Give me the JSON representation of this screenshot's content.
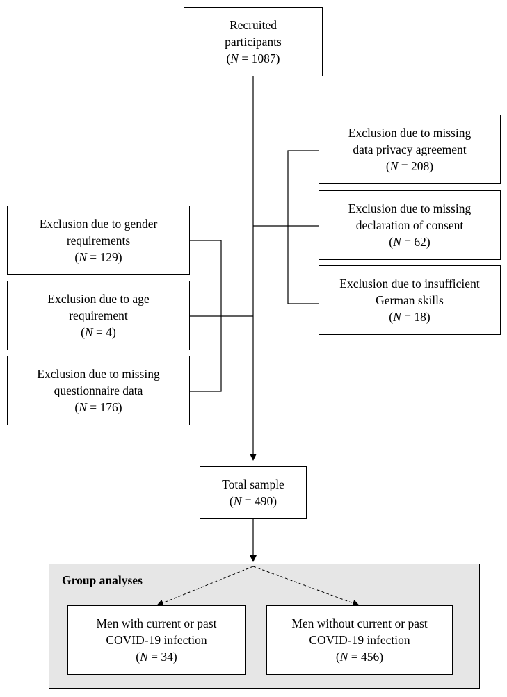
{
  "diagram": {
    "recruited": {
      "lines": [
        "Recruited",
        "participants"
      ],
      "n_label": "N",
      "n_value": "1087"
    },
    "excl_privacy": {
      "lines": [
        "Exclusion due to missing",
        "data privacy agreement"
      ],
      "n_label": "N",
      "n_value": "208"
    },
    "excl_consent": {
      "lines": [
        "Exclusion due to missing",
        "declaration of consent"
      ],
      "n_label": "N",
      "n_value": "62"
    },
    "excl_german": {
      "lines": [
        "Exclusion due to insufficient",
        "German skills"
      ],
      "n_label": "N",
      "n_value": "18"
    },
    "excl_gender": {
      "lines": [
        "Exclusion due to gender",
        "requirements"
      ],
      "n_label": "N",
      "n_value": "129"
    },
    "excl_age": {
      "lines": [
        "Exclusion due to age",
        "requirement"
      ],
      "n_label": "N",
      "n_value": "4"
    },
    "excl_questionnaire": {
      "lines": [
        "Exclusion due to missing",
        "questionnaire data"
      ],
      "n_label": "N",
      "n_value": "176"
    },
    "total": {
      "lines": [
        "Total sample"
      ],
      "n_label": "N",
      "n_value": "490"
    },
    "group_analyses": {
      "title": "Group analyses",
      "with_covid": {
        "lines": [
          "Men with current or past",
          "COVID-19 infection"
        ],
        "n_label": "N",
        "n_value": "34"
      },
      "without_covid": {
        "lines": [
          "Men without current or past",
          "COVID-19 infection"
        ],
        "n_label": "N",
        "n_value": "456"
      }
    }
  }
}
